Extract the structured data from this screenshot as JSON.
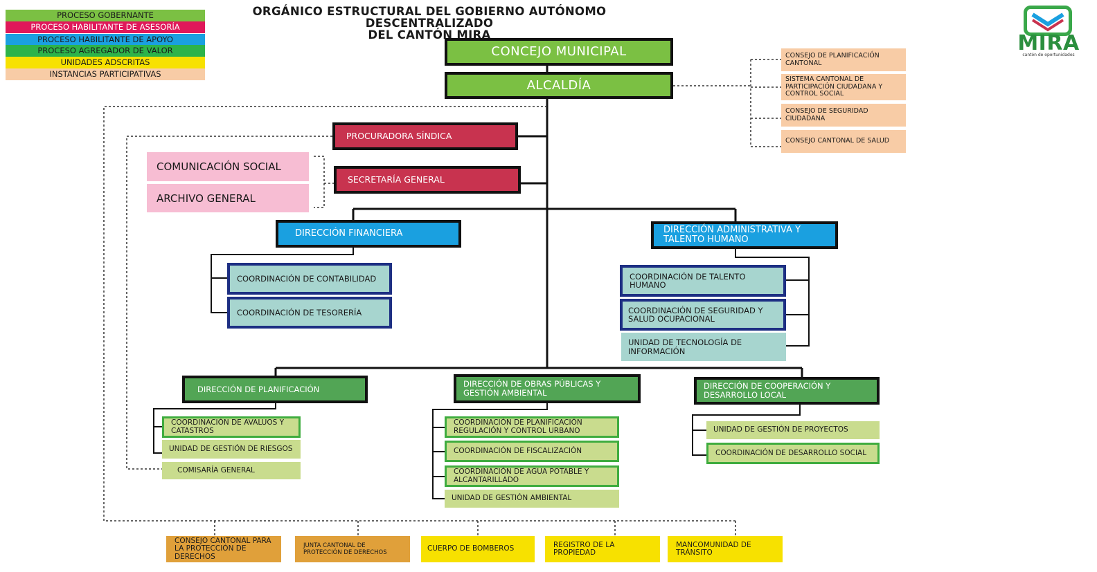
{
  "legend": {
    "items": [
      {
        "label": "PROCESO GOBERNANTE",
        "color": "#7bc043",
        "text_color": "#1a1a1a"
      },
      {
        "label": "PROCESO HABILITANTE DE ASESORÍA",
        "color": "#e0185a",
        "text_color": "#ffffff"
      },
      {
        "label": "PROCESO HABILITANTE DE APOYO",
        "color": "#1aa0e0",
        "text_color": "#1a1a1a"
      },
      {
        "label": "PROCESO AGREGADOR DE VALOR",
        "color": "#2db34a",
        "text_color": "#1a1a1a"
      },
      {
        "label": "UNIDADES ADSCRITAS",
        "color": "#f7e100",
        "text_color": "#1a1a1a"
      },
      {
        "label": "INSTANCIAS PARTICIPATIVAS",
        "color": "#f8cca6",
        "text_color": "#1a1a1a"
      }
    ]
  },
  "title": {
    "line1": "ORGÁNICO ESTRUCTURAL DEL GOBIERNO AUTÓNOMO DESCENTRALIZADO",
    "line2": "DEL CANTÓN MIRA"
  },
  "logo": {
    "word": "MIRA",
    "tagline": "cantón de oportunidades",
    "color": "#2b8f3e",
    "icon": "envelope-check-icon"
  },
  "gobernante": {
    "concejo": "CONCEJO MUNICIPAL",
    "alcaldia": "ALCALDÍA"
  },
  "instancias": [
    "CONSEJO DE PLANIFICACIÓN CANTONAL",
    "SISTEMA CANTONAL DE PARTICIPACIÓN CIUDADANA Y CONTROL SOCIAL",
    "CONSEJO DE SEGURIDAD CIUDADANA",
    "CONSEJO CANTONAL DE SALUD"
  ],
  "asesoria": {
    "procuradora": "PROCURADORA SÍNDICA",
    "secretaria": "SECRETARÍA GENERAL",
    "comunicacion": "COMUNICACIÓN SOCIAL",
    "archivo": "ARCHIVO GENERAL"
  },
  "apoyo": {
    "financiera": {
      "title": "DIRECCIÓN FINANCIERA",
      "units": [
        "COORDINACIÓN DE CONTABILIDAD",
        "COORDINACIÓN DE TESORERÍA"
      ]
    },
    "administrativa": {
      "title": "DIRECCIÓN ADMINISTRATIVA Y TALENTO HUMANO",
      "units": [
        "COORDINACIÓN DE TALENTO HUMANO",
        "COORDINACIÓN DE SEGURIDAD Y SALUD OCUPACIONAL",
        "UNIDAD DE TECNOLOGÍA DE INFORMACIÓN"
      ]
    }
  },
  "agregador": {
    "planificacion": {
      "title": "DIRECCIÓN DE PLANIFICACIÓN",
      "units": [
        "COORDINACIÓN DE AVALUOS Y CATASTROS",
        "UNIDAD DE GESTIÓN DE RIESGOS",
        "COMISARÍA GENERAL"
      ]
    },
    "obras": {
      "title": "DIRECCIÓN DE OBRAS PÚBLICAS Y GESTIÓN AMBIENTAL",
      "units": [
        "COORDINACIÓN DE PLANIFICACIÓN REGULACIÓN Y CONTROL URBANO",
        "COORDINACIÓN DE FISCALIZACIÓN",
        "COORDINACIÓN DE AGUA POTABLE Y ALCANTARILLADO",
        "UNIDAD DE GESTIÓN AMBIENTAL"
      ]
    },
    "cooperacion": {
      "title": "DIRECCIÓN DE COOPERACIÓN Y DESARROLLO LOCAL",
      "units": [
        "UNIDAD DE GESTIÓN DE PROYECTOS",
        "COORDINACIÓN DE DESARROLLO SOCIAL"
      ]
    }
  },
  "adscritas": [
    {
      "label": "CONSEJO CANTONAL PARA LA PROTECCIÓN DE DERECHOS",
      "color": "#e0a03a"
    },
    {
      "label": "JUNTA CANTONAL DE PROTECCIÓN DE DERECHOS",
      "color": "#e0a03a"
    },
    {
      "label": "CUERPO DE BOMBEROS",
      "color": "#f7e100"
    },
    {
      "label": "REGISTRO DE LA PROPIEDAD",
      "color": "#f7e100"
    },
    {
      "label": "MANCOMUNIDAD DE TRÁNSITO",
      "color": "#f7e100"
    }
  ]
}
